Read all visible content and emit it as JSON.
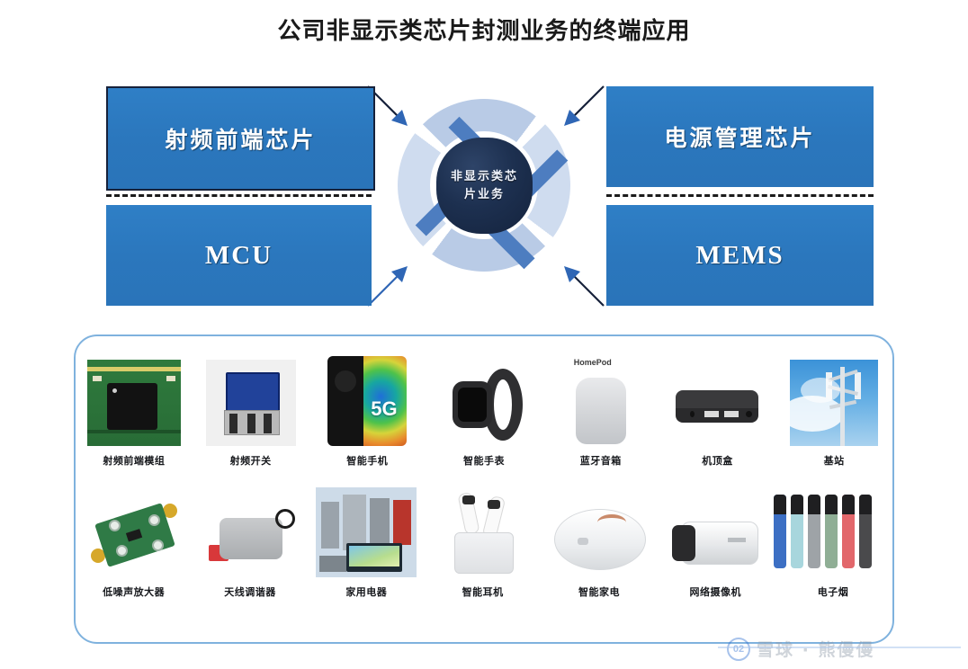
{
  "page": {
    "title": "公司非显示类芯片封测业务的终端应用"
  },
  "hub": {
    "core_line1": "非显示类芯",
    "core_line2": "片业务",
    "core_full": "非显示类芯片业务",
    "ring_color": "#cfdcef",
    "arrow_color": "#4d7dc0"
  },
  "categories": [
    {
      "id": "rf-front-end",
      "label": "射频前端芯片",
      "script": "cn",
      "position": "top-left"
    },
    {
      "id": "mcu",
      "label": "MCU",
      "script": "en",
      "position": "bottom-left"
    },
    {
      "id": "pmic",
      "label": "电源管理芯片",
      "script": "cn",
      "position": "top-right"
    },
    {
      "id": "mems",
      "label": "MEMS",
      "script": "en",
      "position": "bottom-right"
    }
  ],
  "box_color": "#2b77bd",
  "panel": {
    "border_color": "#7fb2de",
    "row1": [
      {
        "id": "rf-front-end-module",
        "label": "射频前端模组",
        "image": "pcb-chip-photo"
      },
      {
        "id": "rf-switch",
        "label": "射频开关",
        "image": "rf-switch-photo"
      },
      {
        "id": "smartphone",
        "label": "智能手机",
        "image": "smartphone-5g-photo",
        "badge": "5G"
      },
      {
        "id": "smartwatch",
        "label": "智能手表",
        "image": "smartwatch-photo"
      },
      {
        "id": "bluetooth-speaker",
        "label": "蓝牙音箱",
        "image": "homepod-speaker-photo",
        "caption": "HomePod"
      },
      {
        "id": "set-top-box",
        "label": "机顶盒",
        "image": "set-top-box-photo"
      },
      {
        "id": "base-station",
        "label": "基站",
        "image": "cell-tower-photo"
      }
    ],
    "row2": [
      {
        "id": "low-noise-amplifier",
        "label": "低噪声放大器",
        "image": "lna-board-photo"
      },
      {
        "id": "antenna-tuner",
        "label": "天线调谐器",
        "image": "antenna-tuner-photo"
      },
      {
        "id": "home-appliance",
        "label": "家用电器",
        "image": "home-appliances-photo"
      },
      {
        "id": "smart-earphones",
        "label": "智能耳机",
        "image": "airpods-photo"
      },
      {
        "id": "smart-home",
        "label": "智能家电",
        "image": "robot-vacuum-photo"
      },
      {
        "id": "network-camera",
        "label": "网络摄像机",
        "image": "ip-camera-photo"
      },
      {
        "id": "e-cigarette",
        "label": "电子烟",
        "image": "vape-pens-photo",
        "colors": [
          "#3c6fc4",
          "#a8d6dd",
          "#9ea3a7",
          "#8fae95",
          "#e2676b",
          "#4a4a4c"
        ]
      }
    ]
  },
  "watermark": {
    "logo": "02",
    "text": "雪球 · 熊僈僈"
  }
}
